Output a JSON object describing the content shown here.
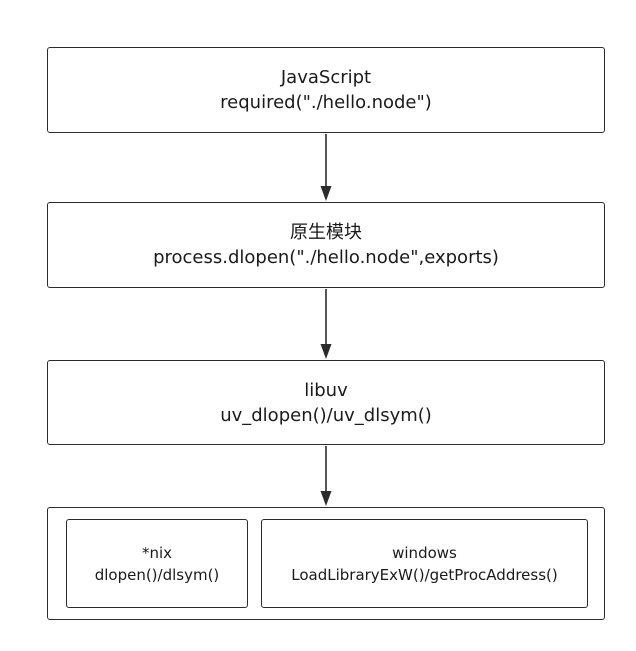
{
  "nodes": {
    "javascript": {
      "line1": "JavaScript",
      "line2": "required(\"./hello.node\")"
    },
    "native_module": {
      "line1": "原生模块",
      "line2": "process.dlopen(\"./hello.node\",exports)"
    },
    "libuv": {
      "line1": "libuv",
      "line2": "uv_dlopen()/uv_dlsym()"
    },
    "nix": {
      "line1": "*nix",
      "line2": "dlopen()/dlsym()"
    },
    "windows": {
      "line1": "windows",
      "line2": "LoadLibraryExW()/getProcAddress()"
    }
  },
  "colors": {
    "stroke": "#2b2b2b",
    "text": "#1a1a1a",
    "background": "#ffffff"
  }
}
